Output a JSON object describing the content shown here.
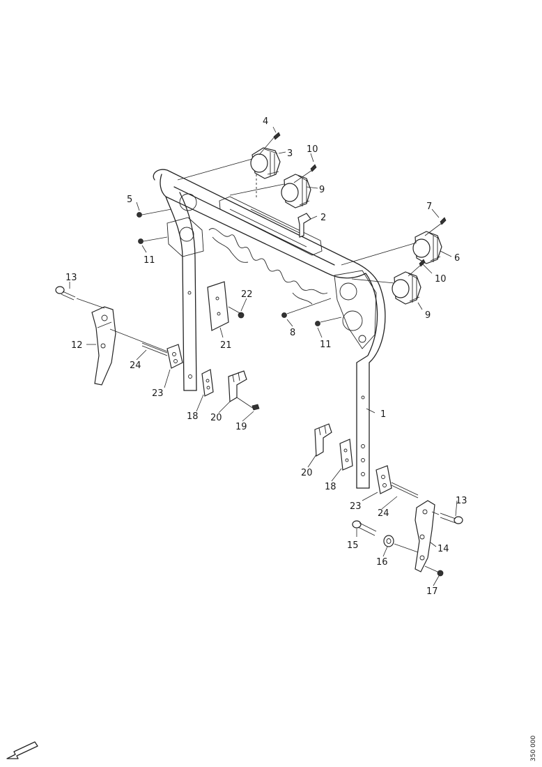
{
  "diagram": {
    "callouts": [
      "1",
      "2",
      "3",
      "4",
      "5",
      "6",
      "7",
      "8",
      "9",
      "9",
      "10",
      "10",
      "11",
      "11",
      "12",
      "13",
      "13",
      "14",
      "15",
      "16",
      "17",
      "18",
      "18",
      "19",
      "20",
      "20",
      "21",
      "22",
      "23",
      "23",
      "24",
      "24"
    ],
    "drawing_code": "350 000"
  }
}
